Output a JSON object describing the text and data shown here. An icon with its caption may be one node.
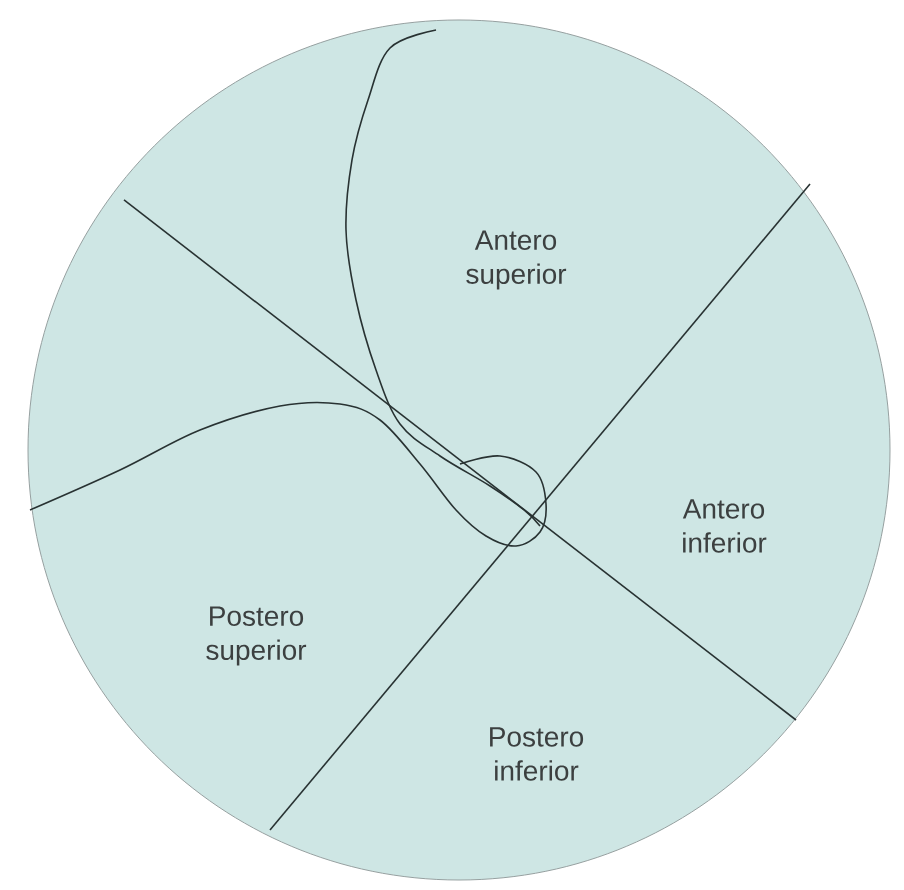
{
  "diagram": {
    "labels": [
      "Antero superior",
      "Antero inferior",
      "Postero superior",
      "Postero inferior"
    ]
  }
}
